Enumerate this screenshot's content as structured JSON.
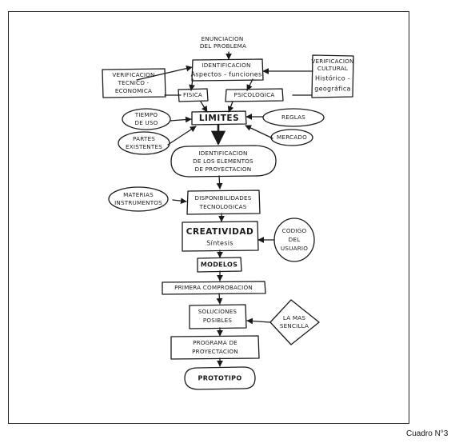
{
  "caption": "Cuadro N°3",
  "nodes": {
    "enunciacion": [
      "ENUNCIACION",
      "DEL PROBLEMA"
    ],
    "identificacion": [
      "IDENTIFICACION",
      "Aspectos - funciones"
    ],
    "verif_tecnico": [
      "VERIFICACION",
      "TECNICO -",
      "ECONOMICA"
    ],
    "verif_cultural": [
      "VERIFICACION",
      "CULTURAL",
      "Histórico -",
      "geográfica"
    ],
    "fisica": "FISICA",
    "psicologica": "PSICOLOGICA",
    "limites": "LIMITES",
    "tiempo_uso": [
      "TIEMPO",
      "DE USO"
    ],
    "partes_existentes": [
      "PARTES",
      "EXISTENTES"
    ],
    "reglas": "REGLAS",
    "mercado": "MERCADO",
    "identificacion_elementos": [
      "IDENTIFICACION",
      "DE LOS ELEMENTOS",
      "DE PROYECTACION"
    ],
    "materias_instrumentos": [
      "MATERIAS",
      "INSTRUMENTOS"
    ],
    "disponibilidades": [
      "DISPONIBILIDADES",
      "TECNOLOGICAS"
    ],
    "creatividad": [
      "CREATIVIDAD",
      "Síntesis"
    ],
    "codigo_usuario": [
      "CODIGO",
      "DEL",
      "USUARIO"
    ],
    "modelos": "MODELOS",
    "primera_comprobacion": "PRIMERA COMPROBACION",
    "soluciones_posibles": [
      "SOLUCIONES",
      "POSIBLES"
    ],
    "la_mas_sencilla": [
      "LA MAS",
      "SENCILLA"
    ],
    "programa_proyectacion": [
      "PROGRAMA DE",
      "PROYECTACION"
    ],
    "prototipo": "PROTOTIPO"
  }
}
